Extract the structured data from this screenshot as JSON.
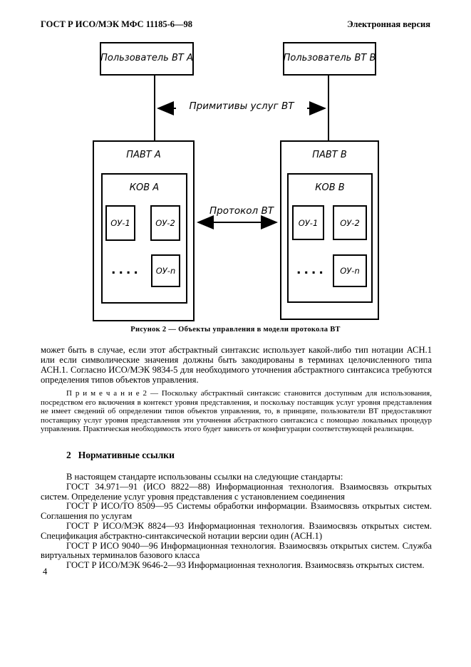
{
  "page": {
    "header_left": "ГОСТ Р ИСО/МЭК МФС 11185-6—98",
    "header_right": "Электронная версия",
    "page_number": "4"
  },
  "figure": {
    "user_box_a": "Пользователь ВТ А",
    "user_box_b": "Пользователь ВТ В",
    "service_primitives_arrow_label": "Примитивы услуг ВТ",
    "protocol_arrow_label": "Протокол ВТ",
    "pavt_a_label": "ПАВТ А",
    "pavt_b_label": "ПАВТ В",
    "kov_a_label": "КОВ А",
    "kov_b_label": "КОВ В",
    "ou_1_label": "ОУ-1",
    "ou_2_label": "ОУ-2",
    "ou_n_label": "ОУ-n",
    "ellipsis_dots": "....",
    "caption": "Рисунок 2 — Объекты управления в модели протокола ВТ"
  },
  "body": {
    "paragraph_1": "может быть в случае, если этот абстрактный синтаксис использует какой-либо тип нотации АСН.1 или если символические значения должны быть закодированы в терминах целочисленного типа АСН.1. Согласно ИСО/МЭК 9834-5 для необходимого уточнения абстрактного синтаксиса требуются определения типов объектов управления.",
    "note_2": "П р и м е ч а н и е 2 — Поскольку абстрактный синтаксис становится доступным для использования, посредством его включения в контекст уровня представления, и поскольку поставщик услуг уровня представления не имеет сведений об определении типов объектов управления, то, в принципе, пользователи ВТ предоставляют поставщику услуг уровня представления эти уточнения абстрактного синтаксиса с помощью локальных процедур управления. Практическая необходимость этого будет зависеть от конфигурации соответствующей реализации.",
    "section_heading": {
      "number": "2",
      "title": "Нормативные ссылки"
    },
    "references_intro": "В настоящем стандарте использованы ссылки на следующие стандарты:",
    "references": [
      "ГОСТ 34.971—91 (ИСО 8822—88) Информационная технология. Взаимосвязь открытых систем. Определение услуг уровня представления с установлением соединения",
      "ГОСТ Р ИСО/ТО 8509—95 Системы обработки информации. Взаимосвязь открытых систем. Соглашения по услугам",
      "ГОСТ Р ИСО/МЭК 8824—93 Информационная технология. Взаимосвязь открытых систем. Спецификация абстрактно-синтаксической нотации версии один (АСН.1)",
      "ГОСТ Р ИСО 9040—96 Информационная технология. Взаимосвязь открытых систем. Служба виртуальных терминалов базового класса",
      "ГОСТ Р ИСО/МЭК 9646-2—93 Информационная технология. Взаимосвязь открытых систем."
    ]
  }
}
